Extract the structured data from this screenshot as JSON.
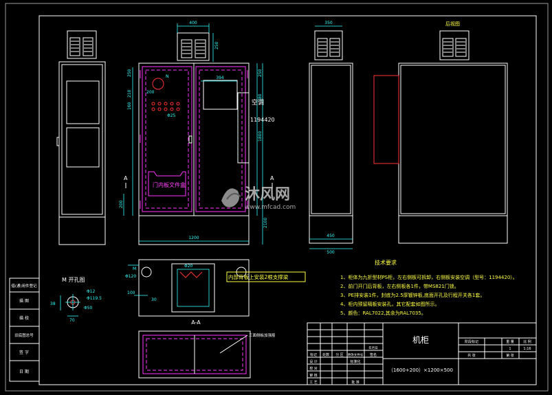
{
  "drawing": {
    "title": "机柜",
    "model": "（1600+200）×1200×500",
    "views": {
      "rear_view_label": "后视图",
      "section_label": "A-A",
      "section_marker": "A",
      "open_door_view_label": "M 开孔图"
    },
    "callouts": {
      "aircon": "空调",
      "aircon_model": "1194420",
      "doc_box": "门内板文件盒",
      "top_rails": "内部背板上安装2根支撑梁",
      "section_note": "三面侧板加强筋",
      "hole_m": "M",
      "hole_n": "N"
    },
    "dimensions": {
      "front_top_width": "400",
      "front_top_height": "250",
      "front_width": "1200",
      "front_height": "1800",
      "plinth_height": "200",
      "right_overall": "2100",
      "aircon_width": "394",
      "side_top_width": "350",
      "side_depth_inner": "450",
      "side_depth": "500",
      "left_d1": "250",
      "left_d2": "210",
      "left_d3": "160",
      "hole_d200": "200",
      "hole_phi25": "Φ25",
      "right_d1": "250",
      "right_d2": "380",
      "plan_phi20": "Φ20",
      "plan_phi120": "Φ120",
      "plan_d100": "100",
      "plan_d30": "30",
      "detail_phi12": "Φ12",
      "detail_phi119": "Φ119.5",
      "detail_phi50": "Φ50",
      "detail_d38": "38",
      "detail_d70": "70"
    },
    "tech": {
      "heading": "技术要求",
      "lines": [
        "1、柜体为九折型材PS柜，左右侧板可拆卸，右侧板安装空调（型号：1194420）。",
        "2、前门开门后背板，左右侧板各1件，带MS821门锁。",
        "3、PE排安装1件，封底为2.5厚镀锌板,底面开孔及行程开关各1套。",
        "4、柜内预留隔板安装孔，其它配套如图所示。",
        "5、颜色：RAL7022,其余为RAL7035。"
      ]
    },
    "left_table": [
      "借(通)用件登记",
      "描 图",
      "描 校",
      "旧底图总号",
      "签 字",
      "日 期"
    ],
    "title_block": {
      "marks": [
        "标记",
        "处数",
        "分 区",
        "更改文件号",
        "签名",
        "年月日"
      ],
      "roles": [
        "设 计",
        "校 对",
        "审 核",
        "工 艺",
        "标准化",
        "批 准"
      ],
      "stage": "阶段标记",
      "weight": "重 量",
      "scale": "比 例",
      "scale_value": "1:16",
      "sheets": "共 张",
      "sheet": "第 张",
      "qty": "1"
    },
    "watermark": {
      "brand": "沐风网",
      "url": "www.mfcad.com"
    }
  }
}
